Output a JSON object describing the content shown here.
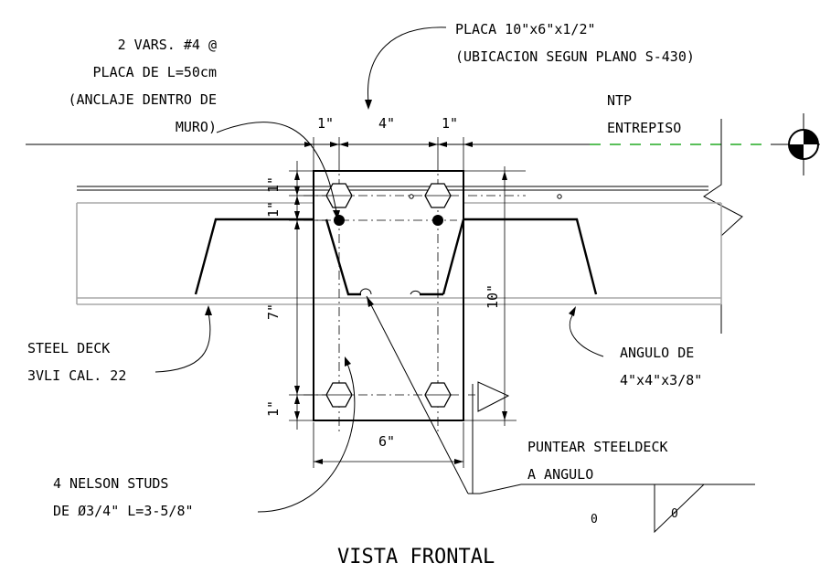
{
  "labels": {
    "placa": [
      "PLACA 10\"x6\"x1/2\"",
      "(UBICACION SEGUN PLANO S-430)"
    ],
    "varillas": [
      "2 VARS. #4 @",
      "PLACA DE L=50cm",
      "(ANCLAJE DENTRO DE",
      "MURO)"
    ],
    "ntp": [
      "NTP",
      "ENTREPISO"
    ],
    "steel_deck": [
      "STEEL DECK",
      "3VLI CAL. 22"
    ],
    "angulo": [
      "ANGULO DE",
      "4\"x4\"x3/8\""
    ],
    "puntear": [
      "PUNTEAR STEELDECK",
      "A ANGULO"
    ],
    "studs": [
      "4 NELSON STUDS",
      "DE Ø3/4\" L=3-5/8\""
    ],
    "weld_symbol_values": [
      "0",
      "0"
    ],
    "title": "VISTA FRONTAL"
  },
  "dimensions": {
    "top_left": "1\"",
    "top_mid": "4\"",
    "top_right": "1\"",
    "left_1": "1\"",
    "left_2": "1\"",
    "left_7": "7\"",
    "left_bottom": "1\"",
    "height": "10\"",
    "width": "6\""
  },
  "colors": {
    "line": "#000000",
    "angle_grey": "#a8a8a8",
    "level_green": "#22aa22"
  }
}
